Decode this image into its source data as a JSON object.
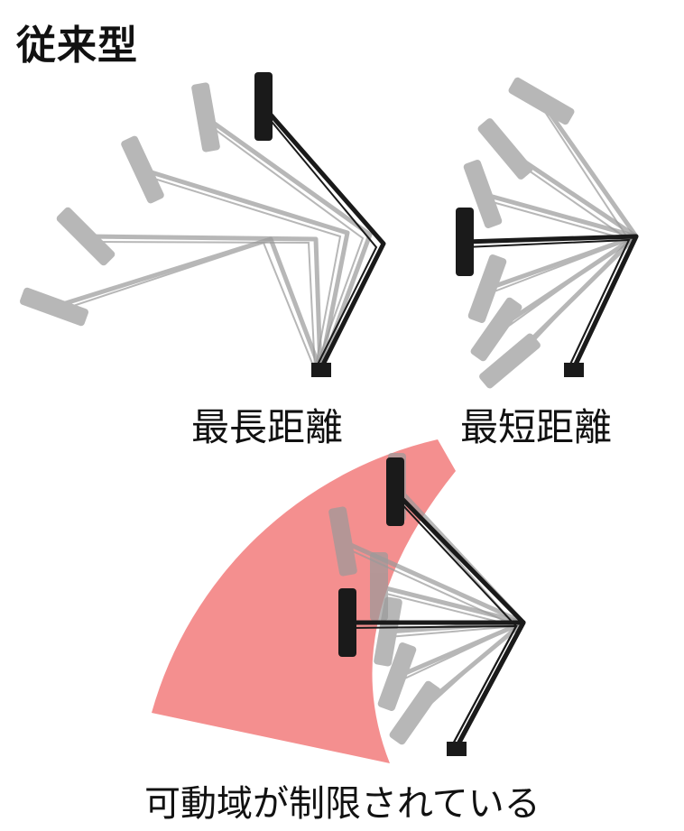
{
  "title": "従来型",
  "labels": {
    "longest": "最長距離",
    "shortest": "最短距離",
    "limited": "可動域が制限されている"
  },
  "colors": {
    "highlight": "#f27b7b",
    "arm_active": "#1a1a1a",
    "arm_ghost": "#9a9a9a"
  }
}
